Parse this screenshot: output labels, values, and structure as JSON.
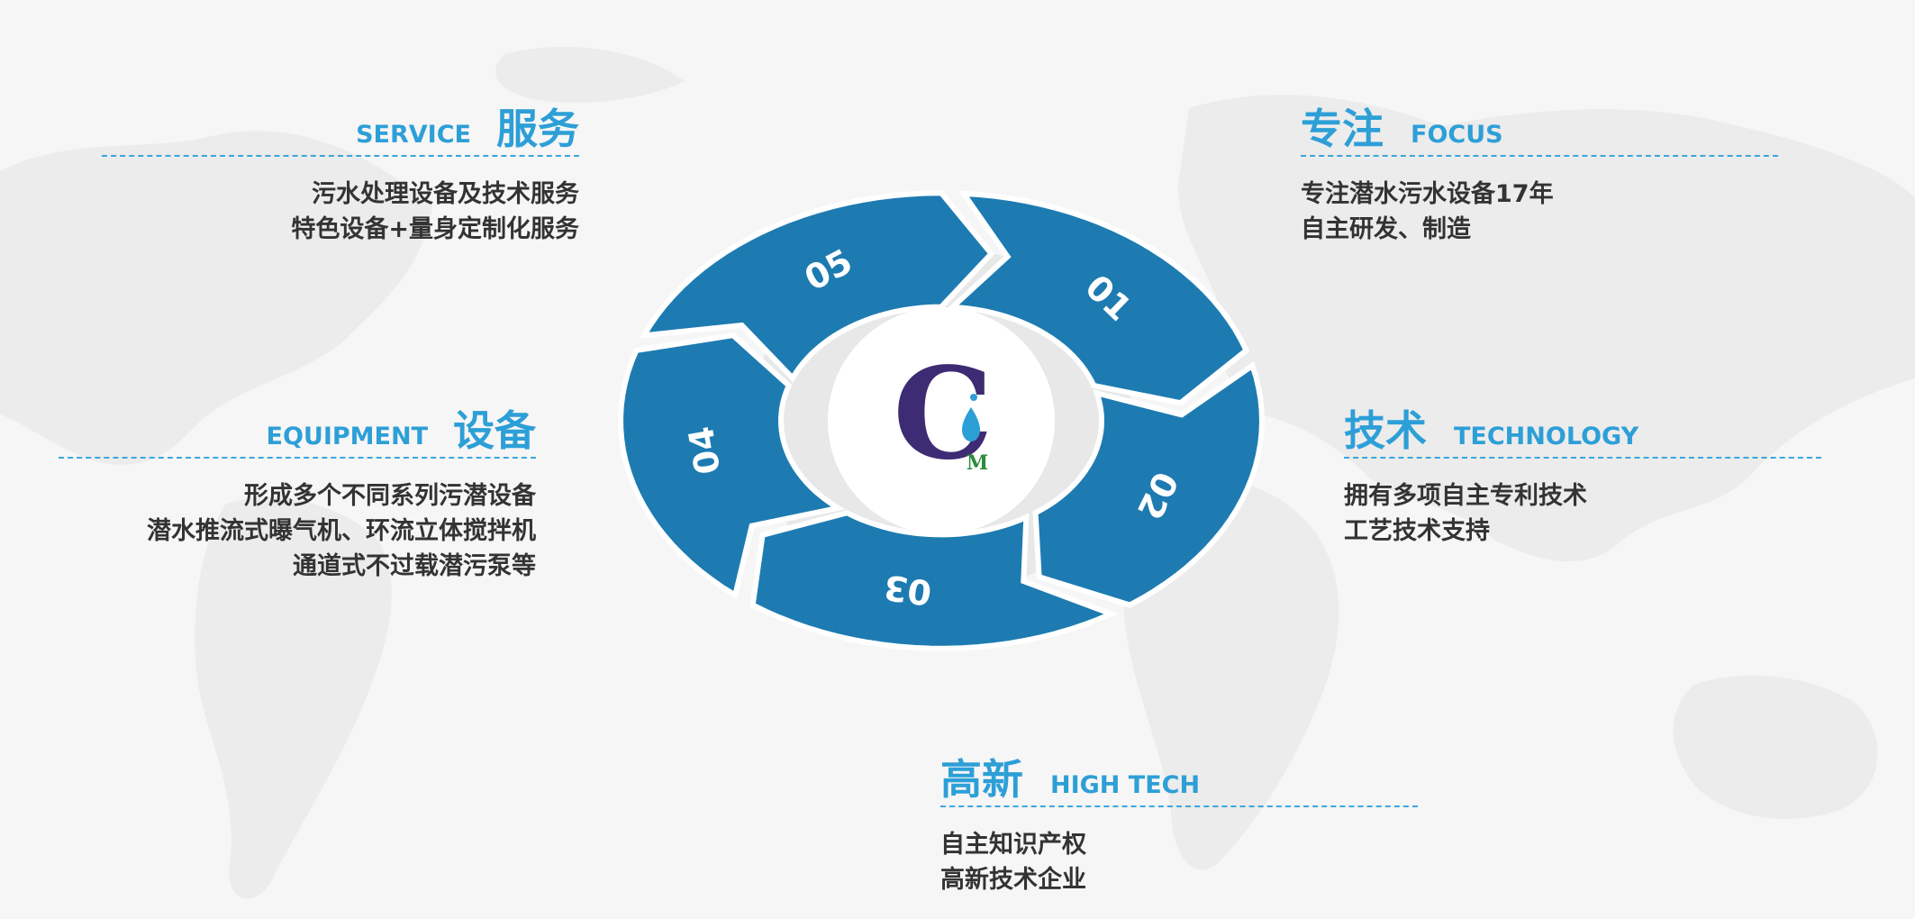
{
  "colors": {
    "accent": "#2d9fd7",
    "segment": "#1d7bb1",
    "text": "#333333",
    "background": "#f6f6f6"
  },
  "wheel": {
    "segments": [
      "01",
      "02",
      "03",
      "04",
      "05"
    ],
    "logo": {
      "letter": "C",
      "sub": "M"
    }
  },
  "sections": {
    "service": {
      "en": "SERVICE",
      "cn": "服务",
      "lines": [
        "污水处理设备及技术服务",
        "特色设备+量身定制化服务"
      ]
    },
    "focus": {
      "cn": "专注",
      "en": "FOCUS",
      "lines": [
        "专注潜水污水设备17年",
        "自主研发、制造"
      ]
    },
    "equipment": {
      "en": "EQUIPMENT",
      "cn": "设备",
      "lines": [
        "形成多个不同系列污潜设备",
        "潜水推流式曝气机、环流立体搅拌机",
        "通道式不过载潜污泵等"
      ]
    },
    "technology": {
      "cn": "技术",
      "en": "TECHNOLOGY",
      "lines": [
        "拥有多项自主专利技术",
        "工艺技术支持"
      ]
    },
    "hightech": {
      "cn": "高新",
      "en": "HIGH TECH",
      "lines": [
        "自主知识产权",
        "高新技术企业"
      ]
    }
  }
}
